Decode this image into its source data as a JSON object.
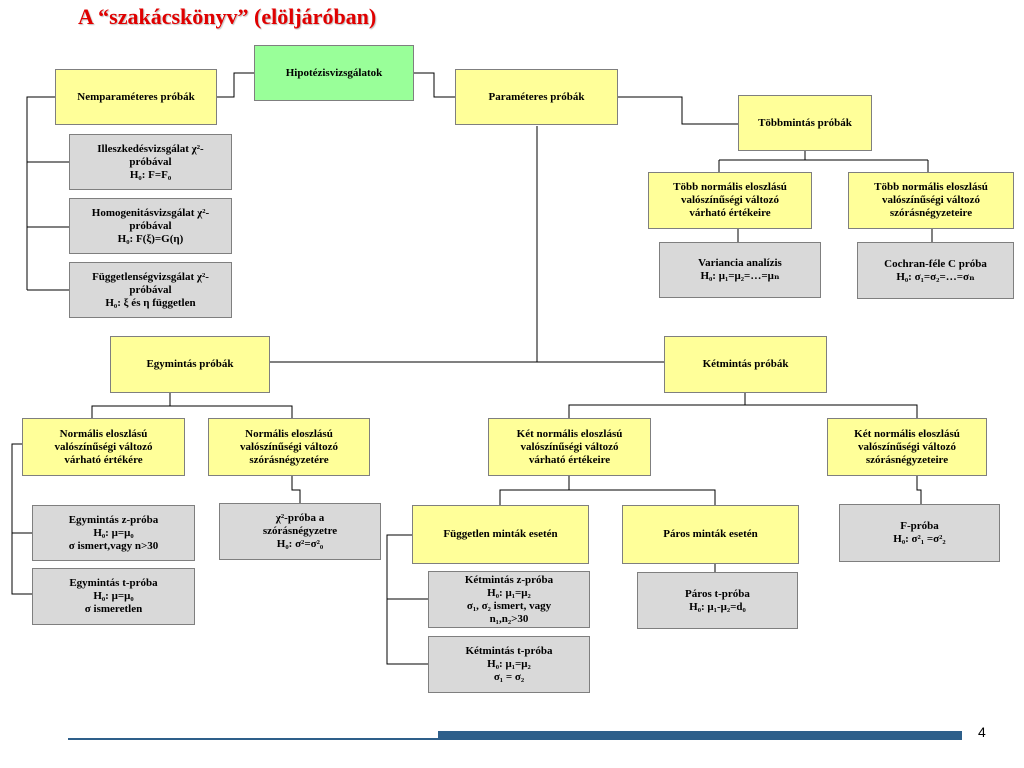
{
  "title": "A “szakácskönyv”  (elöljáróban)",
  "page_number": "4",
  "nodes": {
    "root": "Hipotézisvizsgálatok",
    "nonparam": "Nemparaméteres próbák",
    "param": "Paraméteres próbák",
    "multi": "Többmintás próbák",
    "multi_mean": [
      "Több normális eloszlású",
      "valószínűségi változó",
      "várható értékeire"
    ],
    "multi_var": [
      "Több normális eloszlású",
      "valószínűségi változó",
      "szórásnégyzeteire"
    ],
    "anova": {
      "name": "Variancia analízis",
      "h0": "μ₁=μ₂=…=μₙ"
    },
    "cochran": {
      "name": "Cochran-féle  C próba",
      "h0": "σ₁=σ₂=…=σₙ"
    },
    "fit": {
      "l1": "Illeszkedésvizsgálat χ²-",
      "l2": "próbával",
      "h0": "F=F₀"
    },
    "homog": {
      "l1": "Homogenitásvizsgálat χ²-",
      "l2": "próbával",
      "h0": "F(ξ)=G(η)"
    },
    "indep": {
      "l1": "Függetlenségvizsgálat χ²-",
      "l2": "próbával",
      "h0": "ξ és η független"
    },
    "one": "Egymintás próbák",
    "two": "Kétmintás próbák",
    "one_mean": [
      "Normális eloszlású",
      "valószínűségi változó",
      "várható értékére"
    ],
    "one_var": [
      "Normális eloszlású",
      "valószínűségi változó",
      "szórásnégyzetére"
    ],
    "one_z": {
      "name": "Egymintás z-próba",
      "h0": "μ=μ₀",
      "cond": "σ ismert,vagy n>30"
    },
    "one_t": {
      "name": "Egymintás t-próba",
      "h0": "μ=μ₀",
      "cond": "σ ismeretlen"
    },
    "chi_var": {
      "l1": "χ²-próba a",
      "l2": "szórásnégyzetre",
      "h0": "σ²=σ²₀"
    },
    "two_mean": [
      "Két normális eloszlású",
      "valószínűségi változó",
      "várható értékeire"
    ],
    "two_var": [
      "Két normális eloszlású",
      "valószínűségi változó",
      "szórásnégyzeteire"
    ],
    "indep_samples": "Független minták esetén",
    "paired_samples": "Páros minták esetén",
    "two_z": {
      "name": "Kétmintás z-próba",
      "h0": "μ₁=μ₂",
      "cond1": "σ₁, σ₂ ismert, vagy",
      "cond2": "n₁,n₂>30"
    },
    "two_t": {
      "name": "Kétmintás t-próba",
      "h0": "μ₁=μ₂",
      "cond": "σ₁ = σ₂"
    },
    "paired_t": {
      "name": "Páros t-próba",
      "h0": "μ₁-μ₂=d₀"
    },
    "f_test": {
      "name": "F-próba",
      "h0": "σ²₁ =σ²₂"
    }
  },
  "h0_prefix": "H₀: ",
  "colors": {
    "title": "#e00000",
    "yellow": "#ffff99",
    "gray": "#d9d9d9",
    "green": "#99ff99",
    "footer": "#2e5f8a"
  }
}
